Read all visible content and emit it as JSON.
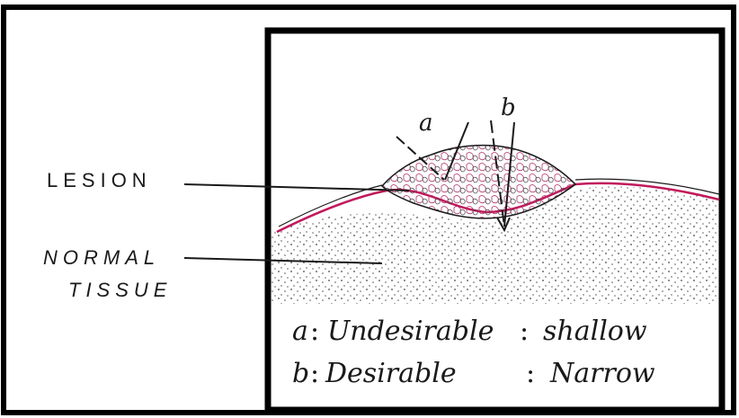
{
  "labels": {
    "lesion": "LESION",
    "normal_line1": "NORMAL",
    "normal_line2": "TISSUE",
    "marker_a": "a",
    "marker_b": "b"
  },
  "legend": {
    "a_letter": "a",
    "a_desc": "Undesirable",
    "a_quality": "shallow",
    "b_letter": "b",
    "b_desc": "Desirable",
    "b_quality": "Narrow"
  },
  "colors": {
    "ink": "#1a1a1a",
    "skin": "#c2185b",
    "frame": "#000000"
  }
}
